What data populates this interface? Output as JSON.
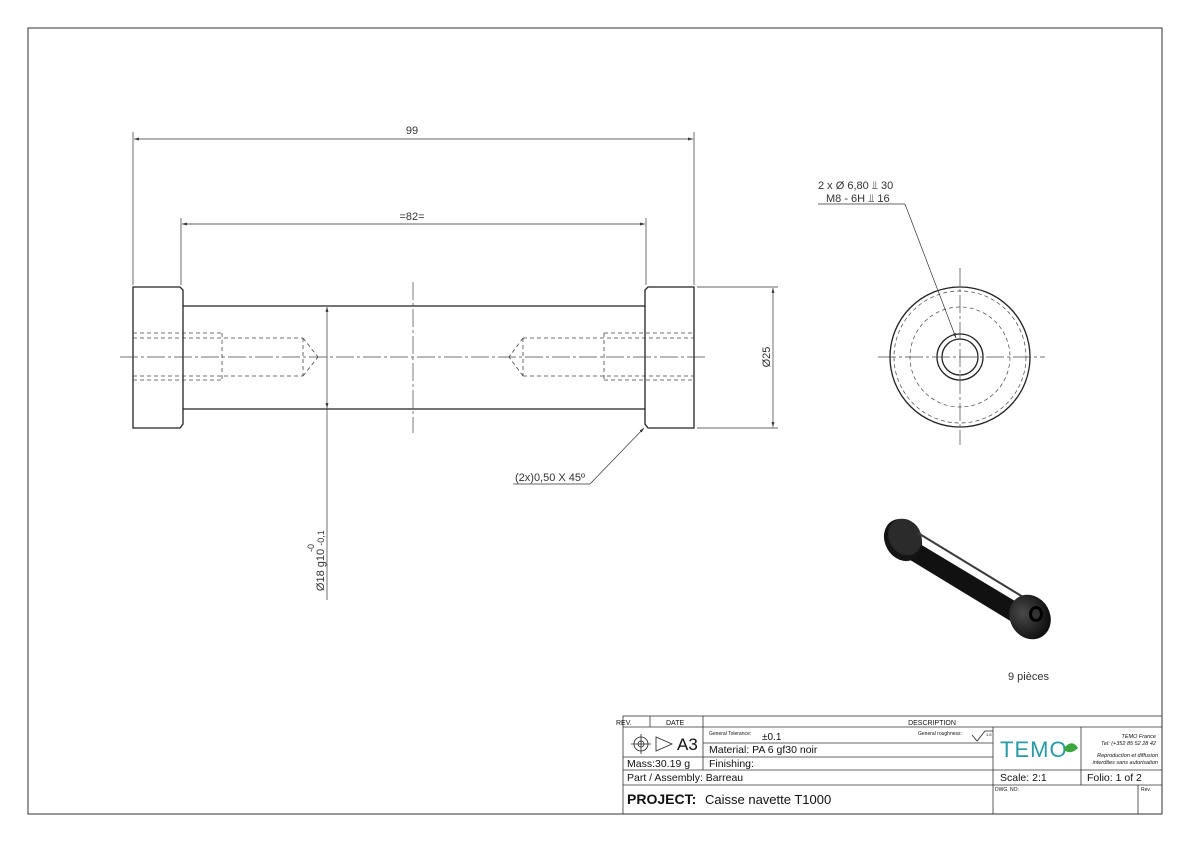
{
  "dimensions": {
    "overall_length": "99",
    "inner_length": "=82=",
    "diameter": "Ø25",
    "shaft_tolerance": "Ø18 g10",
    "tol_upper": "-0",
    "tol_lower": "-0,1",
    "chamfer": "(2x)0,50 X 45º",
    "hole_line1": "2 x Ø 6,80 ⫫ 30",
    "hole_line2": "M8 - 6H ⫫ 16"
  },
  "note_quantity": "9 pièces",
  "title_block": {
    "rev_header": "REV.",
    "date_header": "DATE",
    "description_header": "DESCRIPTION",
    "sheet_size": "A3",
    "general_tolerance_label": "General Tolerance:",
    "general_tolerance_value": "±0.1",
    "general_roughness_label": "General roughness:",
    "roughness_value": "1.6",
    "material": "Material: PA 6 gf30 noir",
    "mass": "Mass:30.19 g",
    "finishing": "Finishing:",
    "part_assembly": "Part / Assembly: Barreau",
    "project_label": "PROJECT:",
    "project_value": "Caisse navette T1000",
    "company_logo": "TEMO",
    "company_name": "TEMO France",
    "company_tel": "Tel: (+352 85 52 28 42",
    "repro_line1": "Reproduction et diffusion",
    "repro_line2": "interdites sans autorisation",
    "scale": "Scale: 2:1",
    "folio": "Folio: 1 of 2",
    "dwg_no": "DWG. NO:",
    "rev_small": "Rev."
  }
}
